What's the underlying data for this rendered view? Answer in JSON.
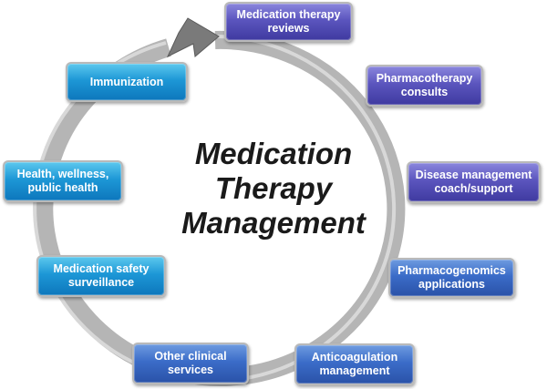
{
  "title": [
    "Medication",
    "Therapy",
    "Management"
  ],
  "nodes": [
    {
      "lines": [
        "Medication therapy",
        "reviews"
      ],
      "color": "#5b55be"
    },
    {
      "lines": [
        "Pharmacotherapy",
        "consults"
      ],
      "color": "#5b55be"
    },
    {
      "lines": [
        "Disease management",
        "coach/support"
      ],
      "color": "#5b55be"
    },
    {
      "lines": [
        "Pharmacogenomics",
        "applications"
      ],
      "color": "#3b6cc8"
    },
    {
      "lines": [
        "Anticoagulation",
        "management"
      ],
      "color": "#3b6cc8"
    },
    {
      "lines": [
        "Other clinical",
        "services"
      ],
      "color": "#3b6cc8"
    },
    {
      "lines": [
        "Medication safety",
        "surveillance"
      ],
      "color": "#1d97d6"
    },
    {
      "lines": [
        "Health, wellness,",
        "public health"
      ],
      "color": "#1d97d6"
    },
    {
      "lines": [
        "Immunization"
      ],
      "color": "#1d97d6"
    }
  ]
}
